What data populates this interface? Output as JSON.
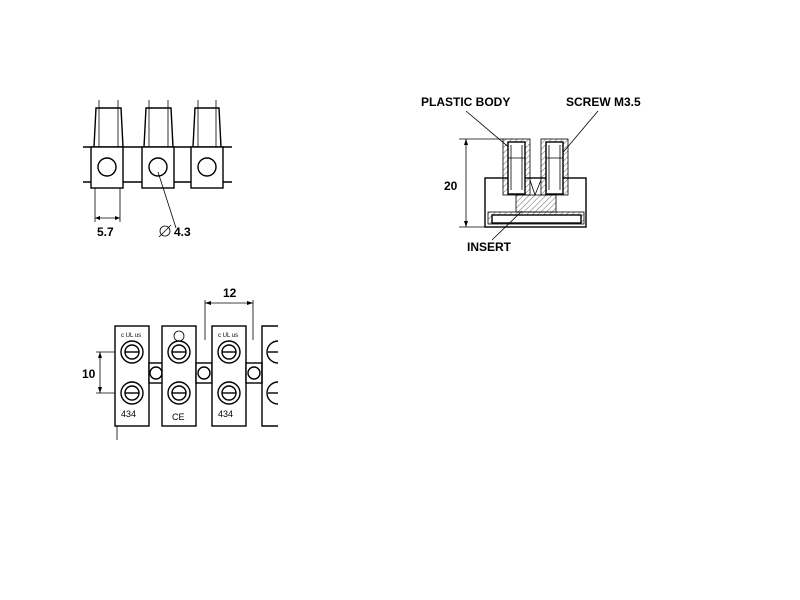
{
  "top_left_view": {
    "dim_width": "5.7",
    "dim_hole": "4.3",
    "diameter_symbol": "⌀"
  },
  "top_right_view": {
    "label_body": "PLASTIC BODY",
    "label_screw": "SCREW  M3.5",
    "label_insert": "INSERT",
    "dim_height": "20"
  },
  "bottom_view": {
    "dim_pitch": "12",
    "dim_spacing": "10",
    "part_code_1": "434",
    "part_code_2": "434",
    "approval_mark": "CE"
  }
}
